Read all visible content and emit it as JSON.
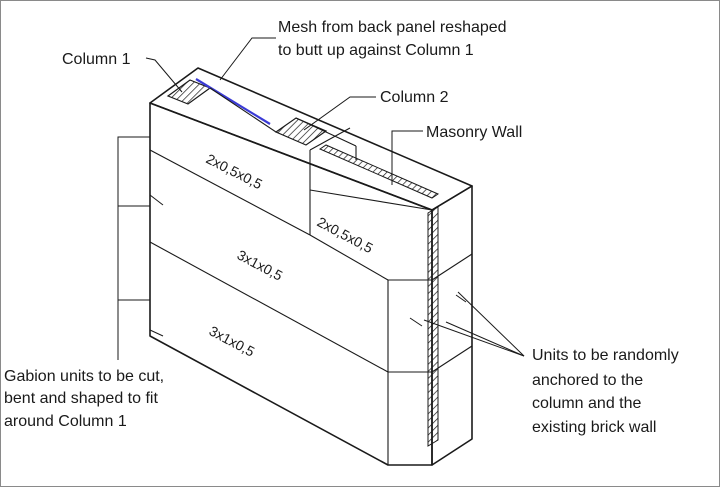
{
  "labels": {
    "column1": "Column 1",
    "mesh_line1": "Mesh from back panel reshaped",
    "mesh_line2": "to butt up against Column 1",
    "column2": "Column 2",
    "masonry_wall": "Masonry Wall",
    "gabion_line1": "Gabion units to be cut,",
    "gabion_line2": "bent and shaped to fit",
    "gabion_line3": "around Column 1",
    "anchor_line1": "Units to be randomly",
    "anchor_line2": "anchored to the",
    "anchor_line3": "column and the",
    "anchor_line4": "existing brick wall"
  },
  "units": {
    "top_left": "2x0,5x0,5",
    "top_right": "2x0,5x0,5",
    "middle": "3x1x0,5",
    "bottom": "3x1x0,5"
  },
  "colors": {
    "line": "#1a1a1a",
    "mesh_highlight": "#3b3bd6",
    "background": "#ffffff",
    "outer_border": "#8a8a8a"
  }
}
